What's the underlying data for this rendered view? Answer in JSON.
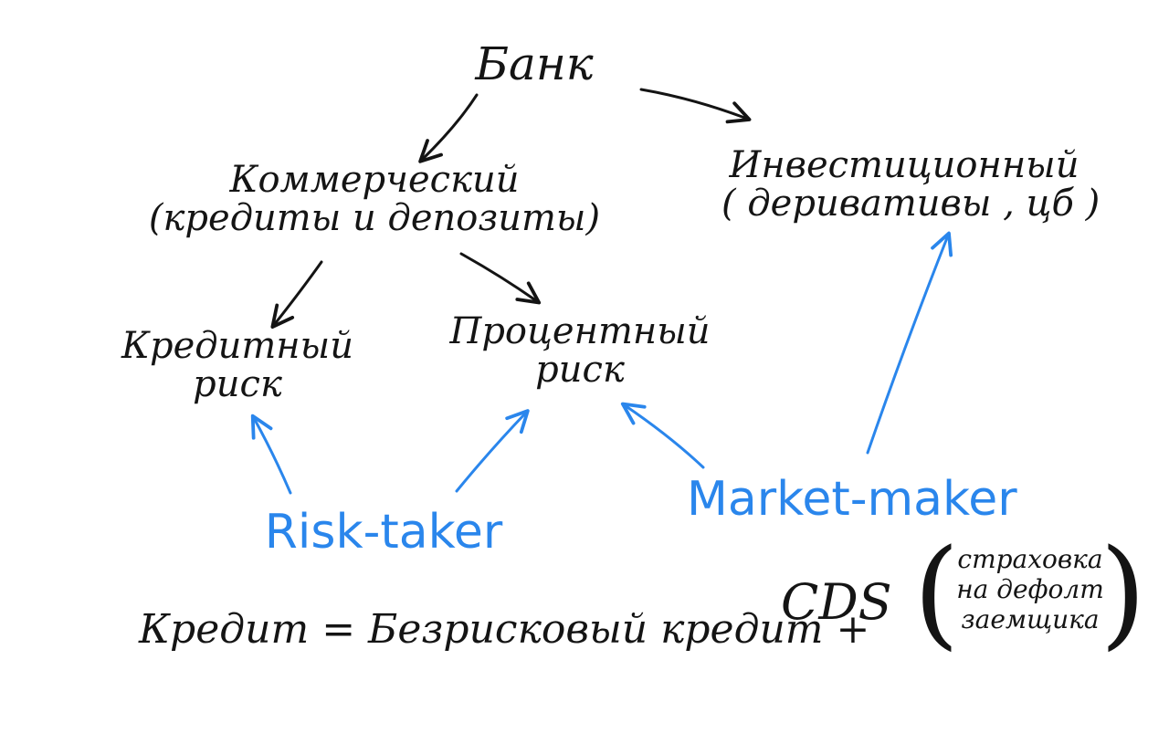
{
  "nodes": {
    "bank": "Банк",
    "commercial": {
      "title": "Коммерческий",
      "subtitle": "(кредиты и депозиты)"
    },
    "investment": {
      "title": "Инвестиционный",
      "subtitle": "( деривативы , цб )"
    },
    "credit_risk": {
      "line1": "Кредитный",
      "line2": "риск"
    },
    "interest_risk": {
      "line1": "Процентный",
      "line2": "риск"
    },
    "risk_taker": "Risk-taker",
    "market_maker": "Market-maker"
  },
  "formula": {
    "lhs": "Кредит = Безрисковый кредит +",
    "cds": "CDS",
    "note": [
      "страховка",
      "на дефолт",
      "заемщика"
    ]
  },
  "colors": {
    "ink": "#141414",
    "accent": "#2a86ec"
  }
}
